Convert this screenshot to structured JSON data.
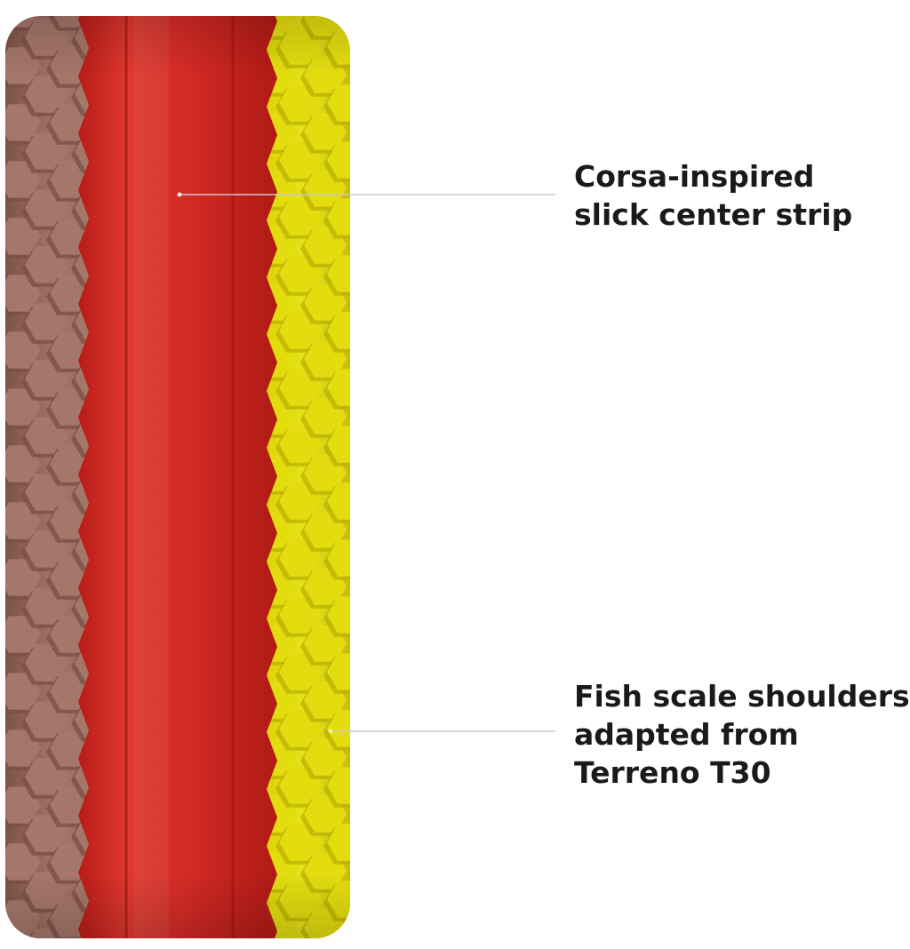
{
  "callouts": {
    "center_strip": {
      "lines": [
        "Corsa-inspired",
        "slick center strip"
      ]
    },
    "shoulders": {
      "lines": [
        "Fish scale shoulders",
        "adapted from",
        "Terreno T30"
      ]
    }
  },
  "colors": {
    "background": "#ffffff",
    "text": "#1a1a1a",
    "leader_line": "#c9c9c9",
    "tread_red": "#d32a25",
    "tread_red_highlight": "#e8463b",
    "tread_red_shadow": "#a81813",
    "left_shoulder_brown": "#a5766a",
    "left_shoulder_brown_dark": "#7a4f44",
    "right_shoulder_yellow": "#e3dc0f",
    "right_shoulder_yellow_dark": "#b9b000"
  }
}
